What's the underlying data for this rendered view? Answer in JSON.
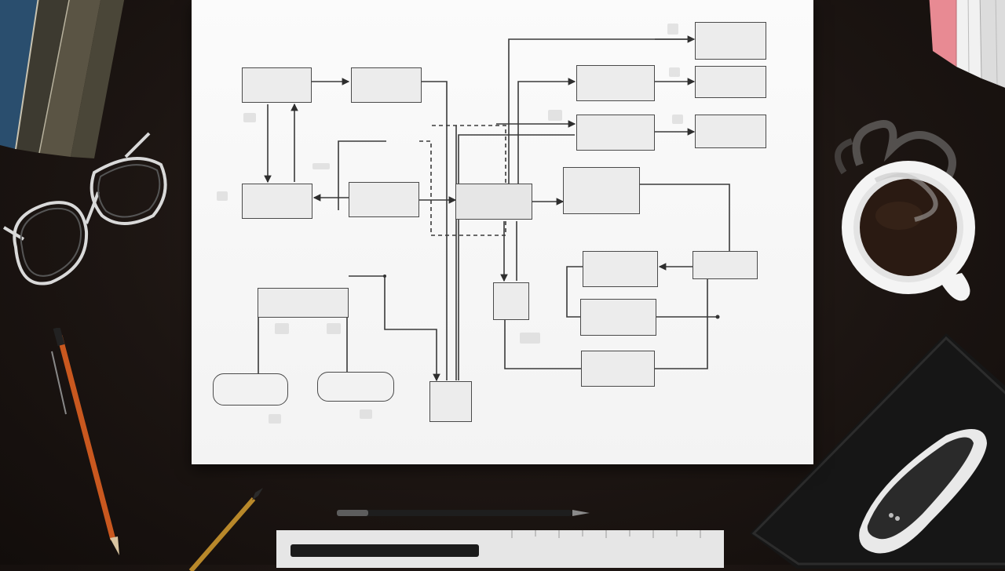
{
  "diagram": {
    "title": "",
    "subtitle": "",
    "caption_line1": "",
    "caption_line2": "",
    "nodes": {
      "n1": "",
      "n2": "",
      "n3": "",
      "n4": "",
      "n5": "",
      "n6": "",
      "n7": "",
      "n8": "",
      "n9": "",
      "n10": "",
      "n11": "",
      "n12": "",
      "n13": "",
      "n14": "",
      "n15": "",
      "n16": "",
      "n17": "",
      "n18": "",
      "n19": "",
      "n20": ""
    }
  },
  "colors": {
    "desk": "#1c1512",
    "paper": "#f7f7f7",
    "line": "#3a3a3a",
    "box_fill": "#ececec",
    "coffee_cup": "#f4f4f4",
    "pencil_orange": "#c9581f",
    "book_blue": "#2a4e6e",
    "card_pink": "#e88a93"
  },
  "icons": [
    "books",
    "eyeglasses",
    "pencil",
    "pen",
    "ruler",
    "coffee-cup",
    "tablet",
    "index-cards"
  ]
}
